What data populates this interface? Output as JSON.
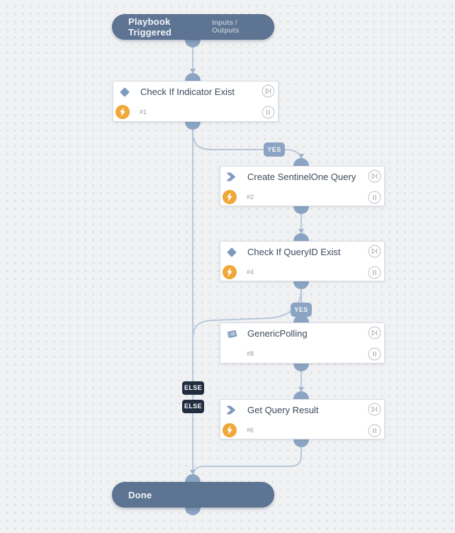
{
  "diagram": {
    "start_node": {
      "label": "Playbook Triggered",
      "sublabel": "Inputs / Outputs"
    },
    "end_node": {
      "label": "Done"
    },
    "tasks": [
      {
        "title": "Check If Indicator Exist",
        "num": "#1",
        "icon": "condition-diamond",
        "quiet_mode": true
      },
      {
        "title": "Create SentinelOne Query",
        "num": "#2",
        "icon": "task-chevron",
        "quiet_mode": true
      },
      {
        "title": "Check If QueryID Exist",
        "num": "#4",
        "icon": "condition-diamond",
        "quiet_mode": true
      },
      {
        "title": "GenericPolling",
        "num": "#8",
        "icon": "sub-playbook-book",
        "quiet_mode": false
      },
      {
        "title": "Get Query Result",
        "num": "#6",
        "icon": "task-chevron",
        "quiet_mode": true
      }
    ],
    "edge_labels": {
      "yes_1": "YES",
      "yes_2": "YES",
      "else_1": "ELSE",
      "else_2": "ELSE"
    },
    "colors": {
      "canvas_bg": "#f0f1f3",
      "dot_grid": "#d3d5d7",
      "terminal_node": "#5d7493",
      "connector_dot": "#8ba4c3",
      "edge_line": "#b3c4d8",
      "arrow": "#9fb5cc",
      "yes_badge": "#8ba4c3",
      "else_badge": "#222e40",
      "card_bg": "#ffffff",
      "card_border": "#d9dcdf",
      "task_icon_blue": "#7e9abd",
      "quiet_badge_orange": "#f0a738",
      "title_text": "#3d4a5b",
      "num_text": "#99a0a7",
      "corner_icon": "#b2b8be"
    }
  }
}
